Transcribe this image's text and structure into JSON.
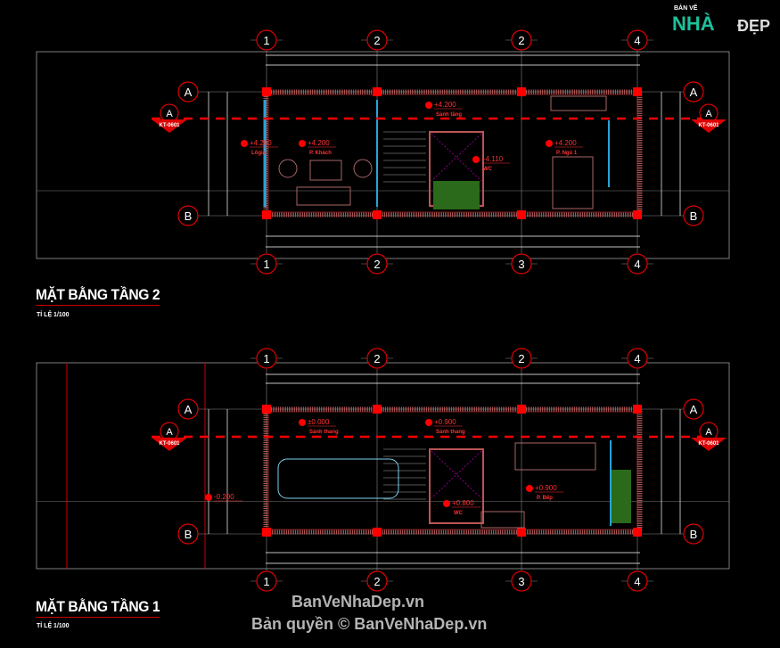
{
  "logo": {
    "line1": "BẢN VẼ",
    "line2": "NHÀ",
    "line3": "ĐẸP"
  },
  "colors": {
    "background": "#000000",
    "grid_line": "#c00000",
    "wall": "#ff0000",
    "window": "#29a3d9",
    "text": "#ffffff",
    "annotation": "#ff2020"
  },
  "plans": [
    {
      "title": "MẶT BẰNG TẦNG 2",
      "scale": "TỈ LỆ 1/100",
      "grid_top": [
        "1",
        "2",
        "2",
        "4"
      ],
      "grid_bottom": [
        "1",
        "2",
        "3",
        "4"
      ],
      "rows": [
        "A",
        "B"
      ],
      "section_tag": {
        "letter": "A",
        "sheet": "KT-0601"
      },
      "rooms": [
        {
          "level": "+4.200",
          "name": "Lôgia"
        },
        {
          "level": "+4.200",
          "name": "P. Khách"
        },
        {
          "level": "+4.200",
          "name": "Sảnh tầng"
        },
        {
          "level": "+4.110",
          "name": "WC"
        },
        {
          "level": "+4.200",
          "name": "P. Ngủ 1"
        }
      ]
    },
    {
      "title": "MẶT BẰNG TẦNG 1",
      "scale": "TỈ LỆ 1/100",
      "grid_top": [
        "1",
        "2",
        "2",
        "4"
      ],
      "grid_bottom": [
        "1",
        "2",
        "3",
        "4"
      ],
      "rows": [
        "A",
        "B"
      ],
      "section_tag": {
        "letter": "A",
        "sheet": "KT-0601"
      },
      "rooms": [
        {
          "level": "±0.000",
          "name": "Sảnh thang"
        },
        {
          "level": "+0.900",
          "name": "Sảnh thang"
        },
        {
          "level": "+0.900",
          "name": "P. Bếp"
        },
        {
          "level": "+0.800",
          "name": "WC"
        },
        {
          "level": "-0.200",
          "name": ""
        }
      ]
    }
  ],
  "watermark": {
    "line1": "BanVeNhaDep.vn",
    "line2": "Bản quyền © BanVeNhaDep.vn"
  }
}
